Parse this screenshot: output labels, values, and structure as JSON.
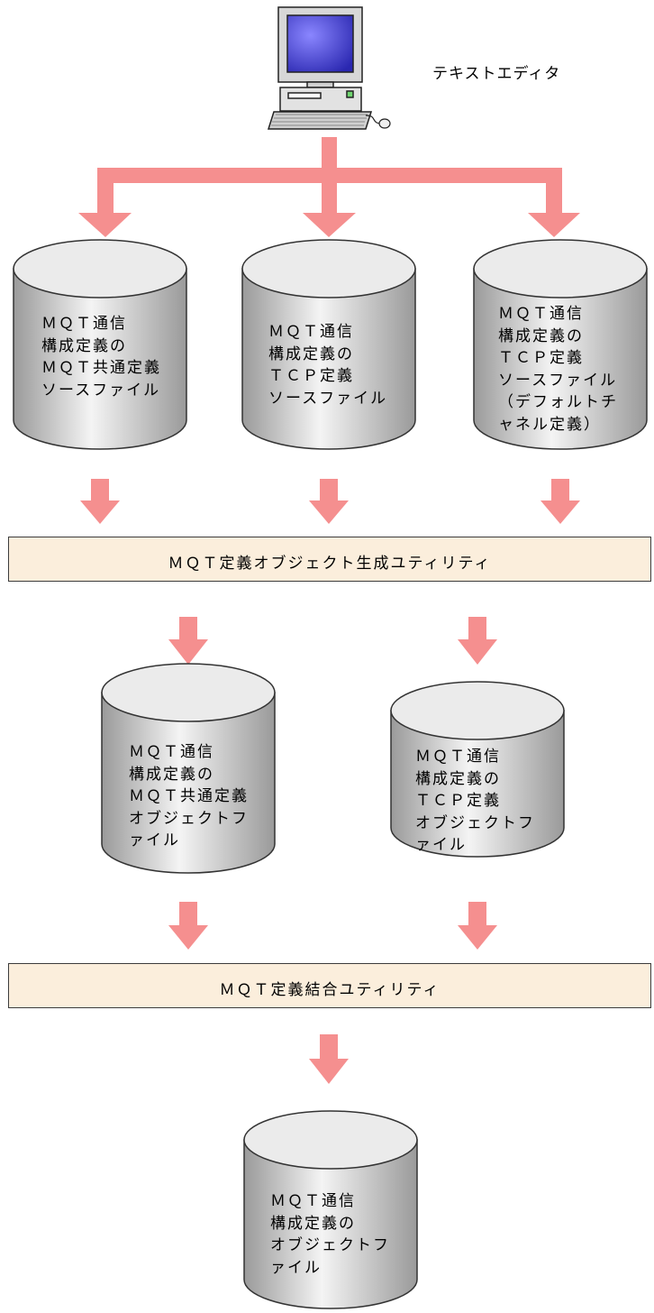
{
  "editor": {
    "label": "テキストエディタ",
    "icon": "computer-icon"
  },
  "sources": [
    {
      "lines": "ＭＱＴ通信\n構成定義の\nＭＱＴ共通定義\nソースファイル"
    },
    {
      "lines": "ＭＱＴ通信\n構成定義の\nＴＣＰ定義\nソースファイル"
    },
    {
      "lines": "ＭＱＴ通信\n構成定義の\nＴＣＰ定義\nソースファイル\n（デフォルトチ\nャネル定義）"
    }
  ],
  "utility_generate": {
    "label": "ＭＱＴ定義オブジェクト生成ユティリティ"
  },
  "objects": [
    {
      "lines": "ＭＱＴ通信\n構成定義の\nＭＱＴ共通定義\nオブジェクトフ\nァイル"
    },
    {
      "lines": "ＭＱＴ通信\n構成定義の\nＴＣＰ定義\nオブジェクトフ\nァイル"
    }
  ],
  "utility_combine": {
    "label": "ＭＱＴ定義結合ユティリティ"
  },
  "result": {
    "lines": "ＭＱＴ通信\n構成定義の\nオブジェクトフ\nァイル"
  },
  "colors": {
    "arrow": "#f58f8f",
    "utility_fill": "#fbeedc",
    "cylinder_dark": "#9a9a9a",
    "cylinder_light": "#f4f4f4",
    "monitor_screen": "#3a37c8"
  }
}
